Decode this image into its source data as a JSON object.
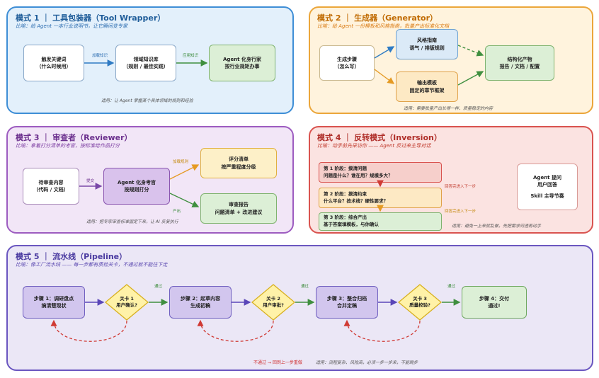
{
  "p1": {
    "title": "模式 1 ｜ 工具包装器（Tool Wrapper）",
    "subtitle": "比喻：给 Agent 一本行业说明书，让它瞬间变专家",
    "box_trigger": [
      "触发关键词",
      "（什么时候用）"
    ],
    "box_knowledge": [
      "领域知识库",
      "（规则 / 最佳实践）"
    ],
    "box_agent": [
      "Agent 化身行家",
      "按行业规矩办事"
    ],
    "edge_load": "加载知识",
    "edge_apply": "应用知识",
    "note": "适用：让 Agent 掌握某个具体领域的规则和经验"
  },
  "p2": {
    "title": "模式 2 ｜ 生成器（Generator）",
    "subtitle": "比喻：给 Agent 一份模板和风格指南，批量产出标准化文档",
    "box_steps": [
      "生成步骤",
      "（怎么写）"
    ],
    "box_style": [
      "风格指南",
      "语气 / 排版规则"
    ],
    "box_template": [
      "输出模板",
      "固定的章节框架"
    ],
    "box_output": [
      "结构化产物",
      "报告 / 文档 / 配置"
    ],
    "note": "适用：需要批量产出长得一样、质量稳定的内容"
  },
  "p3": {
    "title": "模式 3 ｜ 审查者（Reviewer）",
    "subtitle": "比喻：拿着打分清单的考官，按标准给作品打分",
    "box_content": [
      "待审查内容",
      "（代码 / 文档）"
    ],
    "box_agent": [
      "Agent 化身考官",
      "按规则打分"
    ],
    "box_checklist": [
      "评分清单",
      "按严重程度分级"
    ],
    "box_report": [
      "审查报告",
      "问题清单 + 改进建议"
    ],
    "edge_submit": "提交",
    "edge_load": "加载规则",
    "edge_output": "产出",
    "note": "适用：把专家审查标准固定下来，让 AI 反复执行"
  },
  "p4": {
    "title": "模式 4 ｜ 反转模式（Inversion）",
    "subtitle": "比喻：动手前先采访你 —— Agent 反过来主导对话",
    "stage1": [
      "第 1 阶段：摸清问题",
      "问题是什么？谁在用？规模多大？"
    ],
    "stage2": [
      "第 2 阶段：摸清约束",
      "什么平台？技术栈？硬性要求？"
    ],
    "stage3": [
      "第 3 阶段：综合产出",
      "基于答案填模板，与你确认"
    ],
    "edge_next1": "回答完进入下一步",
    "edge_next2": "回答完进入下一步",
    "side_box": [
      "Agent 提问",
      "用户回答",
      "",
      "Skill 主导节奏"
    ],
    "note": "适用：避免一上来就乱做，先把需求问透再动手"
  },
  "p5": {
    "title": "模式 5 ｜ 流水线（Pipeline）",
    "subtitle": "比喻：像工厂流水线 —— 每一步都有质检关卡，不通过就不能往下走",
    "step1": [
      "步骤 1：调研盘点",
      "搞清楚现状"
    ],
    "gate1": [
      "关卡 1",
      "用户确认?"
    ],
    "step2": [
      "步骤 2：起草内容",
      "生成初稿"
    ],
    "gate2": [
      "关卡 2",
      "用户审批?"
    ],
    "step3": [
      "步骤 3：整合归档",
      "合并定稿"
    ],
    "gate3": [
      "关卡 3",
      "质量校验?"
    ],
    "step4": [
      "步骤 4：交付",
      "通过!"
    ],
    "pass1": "通过",
    "pass2": "通过",
    "pass3": "通过",
    "fail_note": "不通过 → 回到上一步重做",
    "note": "适用：流程复杂、风险高，必须一步一步来，不能跳步"
  }
}
